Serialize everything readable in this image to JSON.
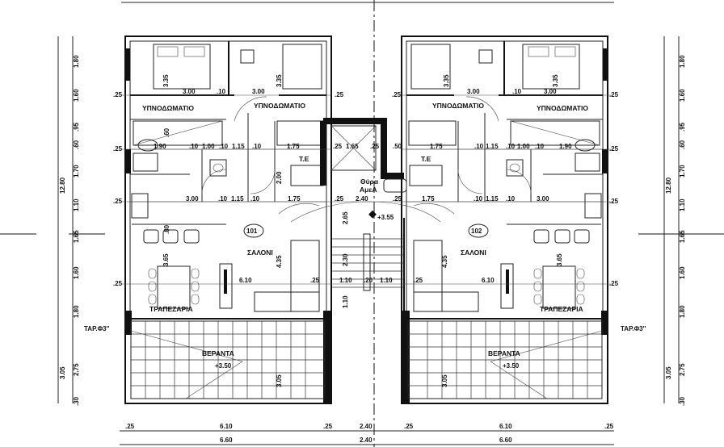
{
  "title": "Floor plan - apartments 101 and 102",
  "rooms": {
    "bedroom": "ΥΠΝΟΔΩΜΑΤΙΟ",
    "living": "ΣΑΛΟΝΙ",
    "dining": "ΤΡΑΠΕΖΑΡΙΑ",
    "veranda": "ΒΕΡΑΝΤΑ",
    "wc": "Τ.Ε",
    "door_label_1": "Θύρα",
    "door_label_2": "ΑμεΑ"
  },
  "units": [
    "101",
    "102"
  ],
  "levels": {
    "veranda": "+3.50",
    "landing": "+3.55"
  },
  "tap_note": "ΤΑΡ.Φ3''",
  "dims": {
    "bedroom_w": "3.00",
    "d010": ".10",
    "d025": ".25",
    "d190": "1.90",
    "d100": "1.00",
    "d115": "1.15",
    "d175": "1.75",
    "d165": "1.65",
    "d050": ".50",
    "d240": "2.40",
    "d265": "2.65",
    "d230": "2.30",
    "d110": "1.10",
    "d020": ".20",
    "d610": "6.10",
    "d335": "3.35",
    "d435": "4.35",
    "d365": "3.65",
    "d305": "3.05",
    "d200": "2.00",
    "d060": ".60",
    "d080": ".80",
    "d660": "6.60"
  },
  "side_dims": {
    "overall": "12.80",
    "balcony_overall": "3.05",
    "segments": [
      "1.80",
      "1.60",
      ".95",
      ".60",
      "1.70",
      "1.10",
      "1.65",
      "1.60",
      "1.80",
      "2.75",
      ".30"
    ]
  },
  "bottom_dims": {
    "row1": [
      ".25",
      "6.10",
      ".25",
      "2.40",
      ".25",
      "6.10",
      ".25"
    ],
    "row2": [
      "6.60",
      "2.40",
      "6.60"
    ]
  }
}
